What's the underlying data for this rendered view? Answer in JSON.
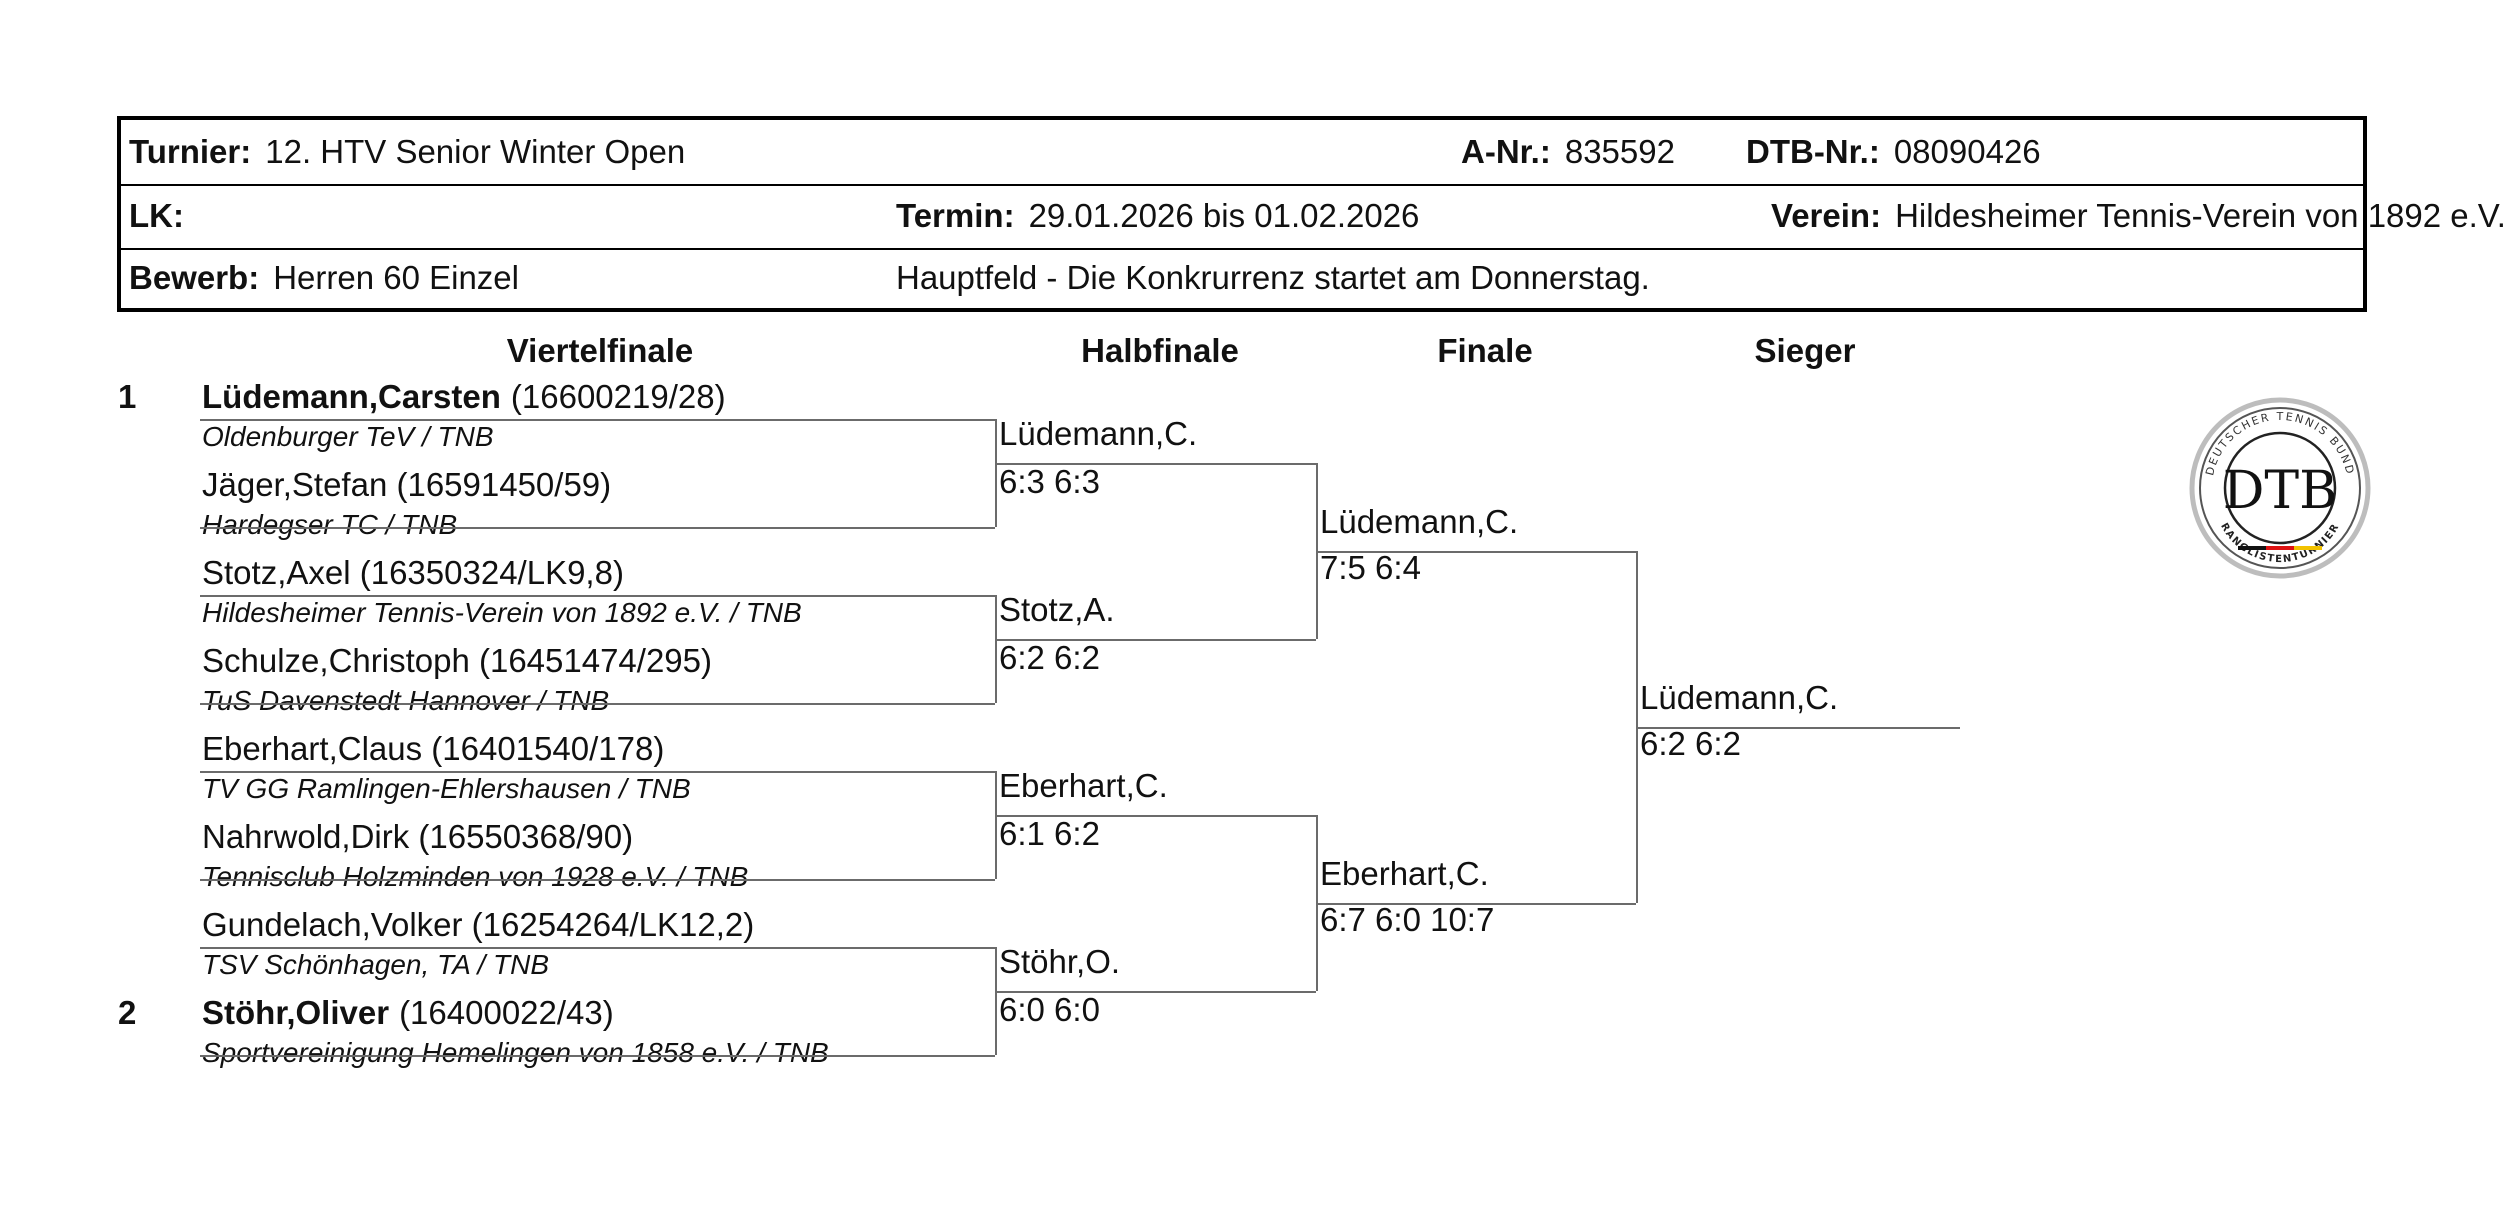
{
  "header": {
    "turnier_label": "Turnier:",
    "turnier_value": "12. HTV Senior Winter Open",
    "anr_label": "A-Nr.:",
    "anr_value": "835592",
    "dtbnr_label": "DTB-Nr.:",
    "dtbnr_value": "08090426",
    "lk_label": "LK:",
    "termin_label": "Termin:",
    "termin_value": "29.01.2026 bis 01.02.2026",
    "verein_label": "Verein:",
    "verein_value": "Hildesheimer Tennis-Verein von 1892 e.V.",
    "bewerb_label": "Bewerb:",
    "bewerb_value": "Herren 60 Einzel",
    "feld_note": "Hauptfeld  - Die Konkrurrenz startet am Donnerstag."
  },
  "rounds": {
    "r1": "Viertelfinale",
    "r2": "Halbfinale",
    "r3": "Finale",
    "r4": "Sieger"
  },
  "players": [
    {
      "seed": "1",
      "name": "Lüdemann,Carsten",
      "id": "(16600219/28)",
      "club": "Oldenburger TeV / TNB"
    },
    {
      "seed": "",
      "name": "Jäger,Stefan (16591450/59)",
      "id": "",
      "club": "Hardegser TC / TNB"
    },
    {
      "seed": "",
      "name": "Stotz,Axel (16350324/LK9,8)",
      "id": "",
      "club": "Hildesheimer Tennis-Verein von 1892 e.V. / TNB"
    },
    {
      "seed": "",
      "name": "Schulze,Christoph (16451474/295)",
      "id": "",
      "club": "TuS Davenstedt Hannover / TNB"
    },
    {
      "seed": "",
      "name": "Eberhart,Claus (16401540/178)",
      "id": "",
      "club": "TV GG Ramlingen-Ehlershausen / TNB"
    },
    {
      "seed": "",
      "name": "Nahrwold,Dirk (16550368/90)",
      "id": "",
      "club": "Tennisclub Holzminden von 1928 e.V. / TNB"
    },
    {
      "seed": "",
      "name": "Gundelach,Volker (16254264/LK12,2)",
      "id": "",
      "club": "TSV Schönhagen, TA / TNB"
    },
    {
      "seed": "2",
      "name": "Stöhr,Oliver",
      "id": "(16400022/43)",
      "club": "Sportvereinigung Hemelingen von 1858 e.V. / TNB"
    }
  ],
  "semis": [
    {
      "winner": "Lüdemann,C.",
      "score": "6:3 6:3"
    },
    {
      "winner": "Stotz,A.",
      "score": "6:2 6:2"
    },
    {
      "winner": "Eberhart,C.",
      "score": "6:1 6:2"
    },
    {
      "winner": "Stöhr,O.",
      "score": "6:0 6:0"
    }
  ],
  "finals": [
    {
      "winner": "Lüdemann,C.",
      "score": "7:5 6:4"
    },
    {
      "winner": "Eberhart,C.",
      "score": "6:7 6:0 10:7"
    }
  ],
  "champion": {
    "winner": "Lüdemann,C.",
    "score": "6:2 6:2"
  },
  "logo": {
    "text": "DTB",
    "ring_top": "DEUTSCHER TENNIS BUND",
    "ring_bottom": "RANGLISTENTURNIER"
  }
}
